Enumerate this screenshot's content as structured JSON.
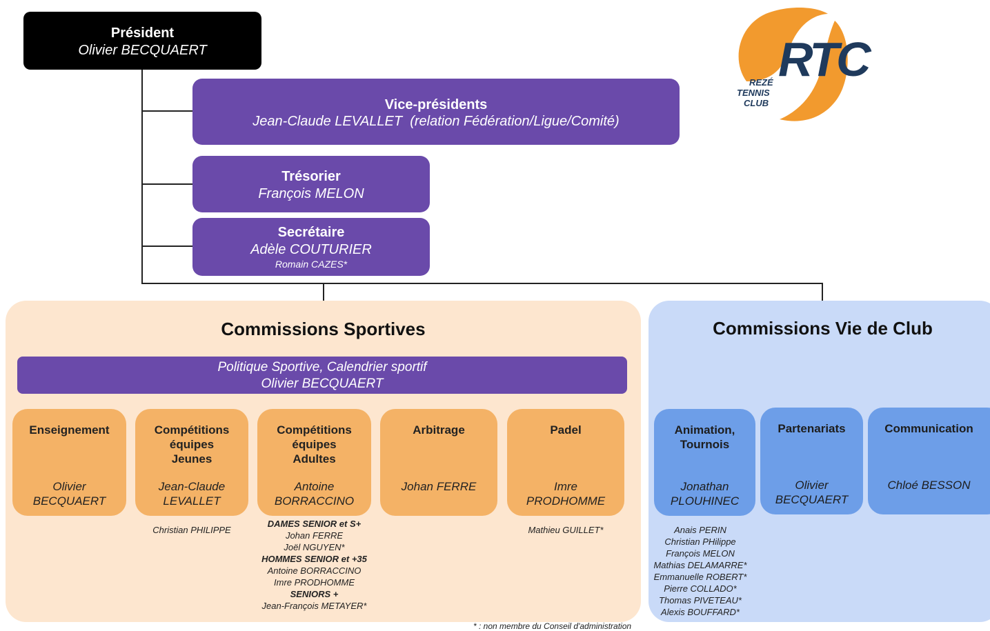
{
  "president": {
    "title": "Président",
    "name": "Olivier BECQUAERT"
  },
  "vice": {
    "title": "Vice-présidents",
    "name": "Jean-Claude LEVALLET  (relation Fédération/Ligue/Comité)"
  },
  "tresorier": {
    "title": "Trésorier",
    "name": "François MELON"
  },
  "secretaire": {
    "title": "Secrétaire",
    "name": "Adèle COUTURIER",
    "extra": "Romain CAZES*"
  },
  "logo": {
    "line1": "REZÉ",
    "line2": "TENNIS",
    "line3": "CLUB",
    "mark": "RTC"
  },
  "sportives": {
    "title": "Commissions Sportives",
    "banner_line1": "Politique Sportive, Calendrier sportif",
    "banner_line2": "Olivier BECQUAERT",
    "cards": [
      {
        "title": "Enseignement",
        "name1": "Olivier",
        "name2": "BECQUAERT"
      },
      {
        "title1": "Compétitions",
        "title2": "équipes",
        "title3": "Jeunes",
        "name1": "Jean-Claude",
        "name2": "LEVALLET"
      },
      {
        "title1": "Compétitions",
        "title2": "équipes",
        "title3": "Adultes",
        "name1": "Antoine",
        "name2": "BORRACCINO"
      },
      {
        "title": "Arbitrage",
        "name1": "Johan FERRE"
      },
      {
        "title": "Padel",
        "name1": "Imre",
        "name2": "PRODHOMME"
      }
    ],
    "jeunes_members": [
      "Christian PHILIPPE"
    ],
    "adultes_members": [
      {
        "text": "DAMES SENIOR et S+",
        "header": true
      },
      {
        "text": "Johan FERRE"
      },
      {
        "text": "Joël NGUYEN*"
      },
      {
        "text": "HOMMES SENIOR et +35",
        "header": true
      },
      {
        "text": "Antoine BORRACCINO"
      },
      {
        "text": "Imre PRODHOMME"
      },
      {
        "text": "SENIORS +",
        "header": true
      },
      {
        "text": "Jean-François METAYER*"
      }
    ],
    "padel_members": [
      "Mathieu GUILLET*"
    ]
  },
  "vieclub": {
    "title": "Commissions Vie de Club",
    "cards": [
      {
        "title1": "Animation,",
        "title2": "Tournois",
        "name1": "Jonathan",
        "name2": "PLOUHINEC"
      },
      {
        "title1": "Partenariats",
        "name1": "Olivier",
        "name2": "BECQUAERT"
      },
      {
        "title1": "Communication",
        "name1": "Chloé BESSON"
      }
    ],
    "animation_members": [
      "Anais PERIN",
      "Christian PHilippe",
      "François MELON",
      "Mathias DELAMARRE*",
      "Emmanuelle ROBERT*",
      "Pierre COLLADO*",
      "Thomas PIVETEAU*",
      "Alexis BOUFFARD*"
    ]
  },
  "footnote": "* : non membre du Conseil d'administration",
  "colors": {
    "purple": "#6a4aaa",
    "orange_panel": "#fde6cf",
    "orange_card": "#f4b266",
    "blue_panel": "#c9daf8",
    "blue_card": "#6d9ee8",
    "logo_orange": "#f29a2e",
    "logo_navy": "#1f3a5c"
  }
}
